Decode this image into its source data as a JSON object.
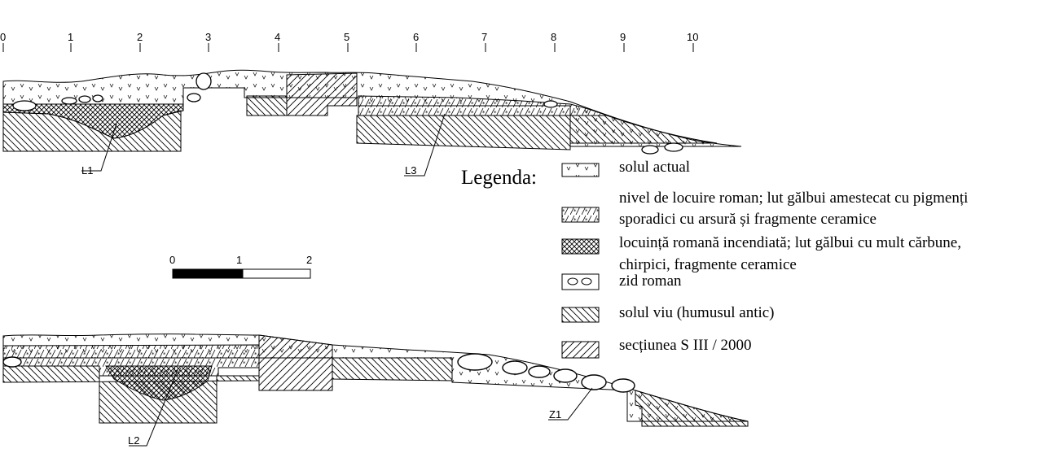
{
  "ruler": {
    "ticks": [
      "0",
      "1",
      "2",
      "3",
      "4",
      "5",
      "6",
      "7",
      "8",
      "9",
      "10"
    ]
  },
  "scale_bar": {
    "labels": [
      "0",
      "1",
      "2"
    ]
  },
  "labels": {
    "l1": "L1",
    "l2": "L2",
    "l3": "L3",
    "z1": "Z1"
  },
  "legend": {
    "title": "Legenda:",
    "items": [
      {
        "pattern": "topsoil",
        "lines": [
          "solul actual"
        ]
      },
      {
        "pattern": "roman-level",
        "lines": [
          "nivel de locuire roman; lut gălbui amestecat cu pigmenți",
          "sporadici cu arsură și fragmente ceramice"
        ]
      },
      {
        "pattern": "burnt-dwelling",
        "lines": [
          "locuință romană incendiată; lut gălbui cu mult cărbune,",
          "chirpici, fragmente ceramice"
        ]
      },
      {
        "pattern": "roman-wall",
        "lines": [
          "zid roman"
        ]
      },
      {
        "pattern": "ancient-humus",
        "lines": [
          "solul viu (humusul antic)"
        ]
      },
      {
        "pattern": "section",
        "lines": [
          "secțiunea S III / 2000"
        ]
      }
    ]
  }
}
